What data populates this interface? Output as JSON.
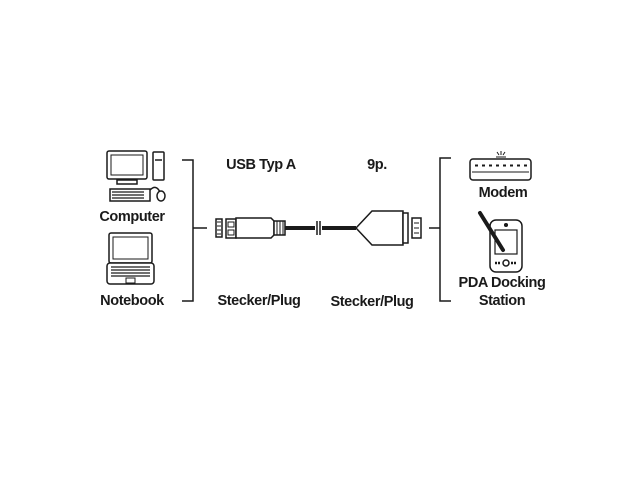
{
  "left_devices": [
    {
      "label": "Computer",
      "icon": "desktop-computer-icon"
    },
    {
      "label": "Notebook",
      "icon": "laptop-icon"
    }
  ],
  "connector_a": {
    "type": "USB Typ A",
    "gender": "Stecker/Plug"
  },
  "connector_b": {
    "type": "9p.",
    "gender": "Stecker/Plug"
  },
  "right_devices": [
    {
      "label": "Modem",
      "icon": "modem-icon"
    },
    {
      "label_line1": "PDA Docking",
      "label_line2": "Station",
      "icon": "pda-icon"
    }
  ],
  "colors": {
    "ink": "#1a1a1a",
    "background": "#ffffff"
  }
}
